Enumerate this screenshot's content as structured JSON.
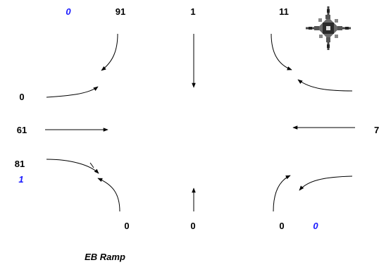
{
  "colors": {
    "volume": "#000000",
    "pedestrian": "#1a1aff",
    "arrow": "#000000"
  },
  "icons": {
    "compass": "north-arrow-compass-icon"
  },
  "north": {
    "ped_count": "0",
    "left_turn": "91",
    "through": "1",
    "right_turn": "11"
  },
  "west": {
    "u_turn": "0",
    "through": "61",
    "right_turn": "81",
    "ped_count": "1"
  },
  "east": {
    "through": "7"
  },
  "south": {
    "left_turn": "0",
    "through": "0",
    "right_turn": "0",
    "ped_count": "0"
  },
  "caption": "EB Ramp"
}
